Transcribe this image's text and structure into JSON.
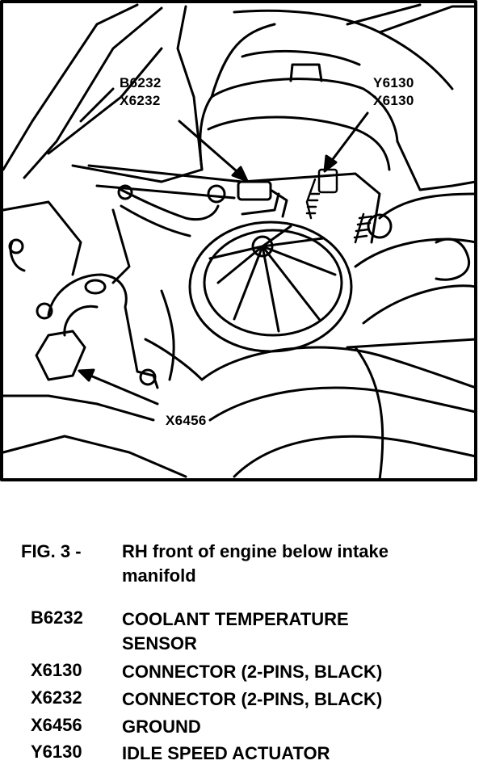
{
  "figure": {
    "callouts": {
      "b6232_top": "B6232",
      "b6232_bottom": "X6232",
      "y6130_top": "Y6130",
      "y6130_bottom": "X6130",
      "x6456": "X6456"
    }
  },
  "caption": {
    "label": "FIG. 3 -",
    "text_line1": "RH front of engine below intake",
    "text_line2": "manifold"
  },
  "legend": [
    {
      "code": "B6232",
      "desc_line1": "COOLANT TEMPERATURE",
      "desc_line2": "SENSOR"
    },
    {
      "code": "X6130",
      "desc_line1": "CONNECTOR (2-PINS, BLACK)"
    },
    {
      "code": "X6232",
      "desc_line1": "CONNECTOR (2-PINS, BLACK)"
    },
    {
      "code": "X6456",
      "desc_line1": "GROUND"
    },
    {
      "code": "Y6130",
      "desc_line1": "IDLE SPEED ACTUATOR"
    }
  ]
}
